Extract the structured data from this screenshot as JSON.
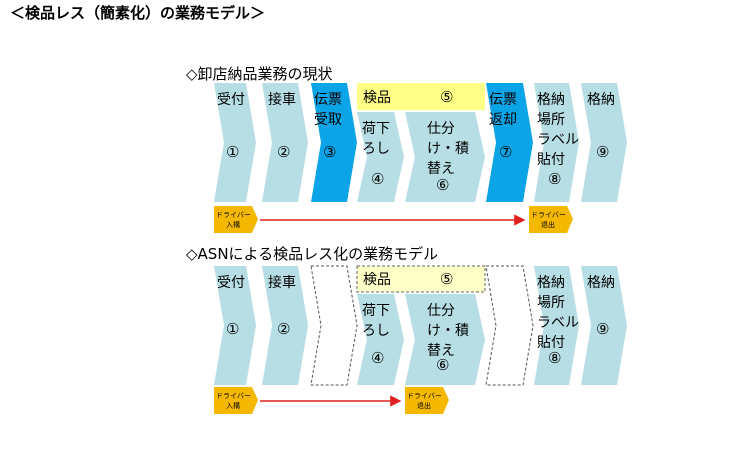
{
  "title": "＜検品レス（簡素化）の業務モデル＞",
  "current": {
    "heading": "◇卸店納品業務の現状",
    "steps": [
      {
        "lines": [
          "受付"
        ],
        "num": "①"
      },
      {
        "lines": [
          "接車"
        ],
        "num": "②"
      },
      {
        "lines": [
          "伝票",
          "受取"
        ],
        "num": "③"
      },
      {
        "lines": [
          "荷下",
          "ろし"
        ],
        "num": "④"
      },
      {
        "lines": [
          "仕分",
          "け・積",
          "替え"
        ],
        "num": "⑥"
      },
      {
        "lines": [
          "伝票",
          "返却"
        ],
        "num": "⑦"
      },
      {
        "lines": [
          "格納",
          "場所",
          "ラベル",
          "貼付"
        ],
        "num": "⑧"
      },
      {
        "lines": [
          "格納"
        ],
        "num": "⑨"
      }
    ],
    "inspection": {
      "label": "検品",
      "num": "⑤"
    },
    "driver_in": [
      "ドライバー",
      "入構"
    ],
    "driver_out": [
      "ドライバー",
      "退出"
    ]
  },
  "asn": {
    "heading": "◇ASNによる検品レス化の業務モデル",
    "steps": [
      {
        "lines": [
          "受付"
        ],
        "num": "①"
      },
      {
        "lines": [
          "接車"
        ],
        "num": "②"
      },
      {
        "lines": [
          "荷下",
          "ろし"
        ],
        "num": "④"
      },
      {
        "lines": [
          "仕分",
          "け・積",
          "替え"
        ],
        "num": "⑥"
      },
      {
        "lines": [
          "格納",
          "場所",
          "ラベル",
          "貼付"
        ],
        "num": "⑧"
      },
      {
        "lines": [
          "格納"
        ],
        "num": "⑨"
      }
    ],
    "inspection": {
      "label": "検品",
      "num": "⑤"
    },
    "driver_in": [
      "ドライバー",
      "入構"
    ],
    "driver_out": [
      "ドライバー",
      "退出"
    ]
  },
  "colors": {
    "step": "#b7dee4",
    "highlight": "#0ba4e6",
    "inspection": "#ffff88",
    "driver_tag": "#f5b800",
    "arrow": "#e02020"
  }
}
